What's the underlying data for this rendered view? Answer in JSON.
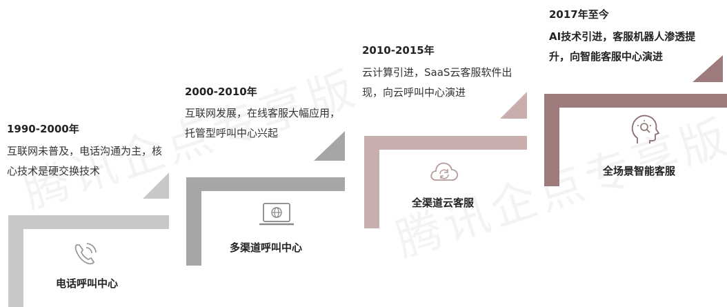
{
  "watermark": "腾讯企点专享版",
  "stages": [
    {
      "era": "1990-2000年",
      "description": "互联网未普及，电话沟通为主，核心技术是硬交换技术",
      "label": "电话呼叫中心",
      "icon": "phone-icon",
      "color": "#c8c8c8"
    },
    {
      "era": "2000-2010年",
      "description": "互联网发展，在线客服大幅应用，托管型呼叫中心兴起",
      "label": "多渠道呼叫中心",
      "icon": "laptop-globe-icon",
      "color": "#a6a6a6"
    },
    {
      "era": "2010-2015年",
      "description": "云计算引进，SaaS云客服软件出现，向云呼叫中心演进",
      "label": "全渠道云客服",
      "icon": "cloud-sync-icon",
      "color": "#c9aeae"
    },
    {
      "era": "2017年至今",
      "description": "AI技术引进，客服机器人渗透提升，向智能客服中心演进",
      "label": "全场景智能客服",
      "icon": "ai-head-icon",
      "color": "#9e7b7b"
    }
  ]
}
